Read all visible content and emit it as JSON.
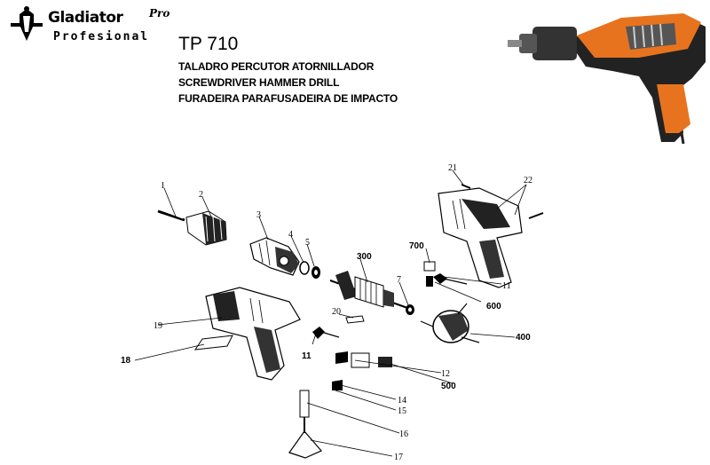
{
  "brand": {
    "name": "Gladiator",
    "pro": "Pro",
    "sub": "Profesional"
  },
  "model": "TP 710",
  "descriptions": [
    "TALADRO PERCUTOR ATORNILLADOR",
    "SCREWDRIVER HAMMER DRILL",
    "FURADEIRA PARAFUSADEIRA DE IMPACTO"
  ],
  "colors": {
    "accent": "#e8731e",
    "ink": "#000000"
  },
  "parts": {
    "p1": "1",
    "p2": "2",
    "p3": "3",
    "p4": "4",
    "p5": "5",
    "p7": "7",
    "p11a": "11",
    "p11b": "11",
    "p12": "12",
    "p14": "14",
    "p15": "15",
    "p16": "16",
    "p17": "17",
    "p18": "18",
    "p19": "19",
    "p20": "20",
    "p21": "21",
    "p22": "22",
    "p300": "300",
    "p400": "400",
    "p500": "500",
    "p600": "600",
    "p700": "700"
  }
}
